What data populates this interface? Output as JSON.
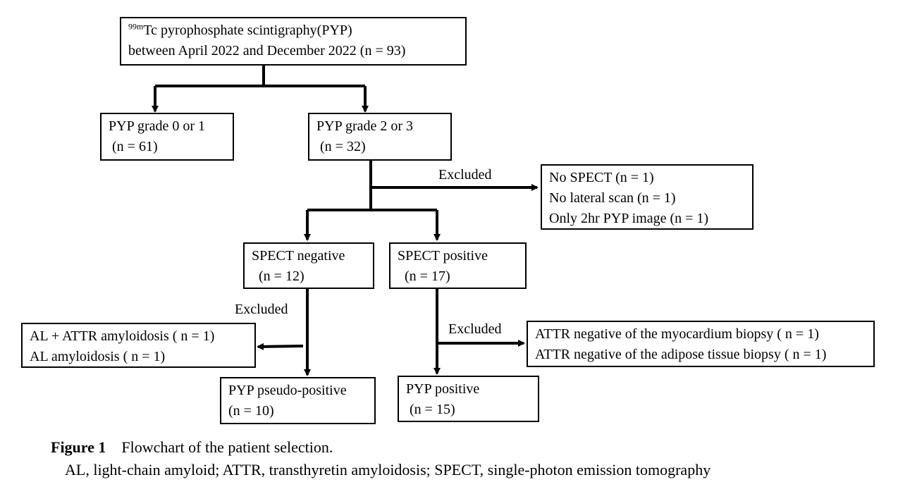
{
  "boxes": {
    "top": {
      "sup": "99m",
      "line1": "Tc pyrophosphate scintigraphy(PYP)",
      "line2": "between April 2022 and December 2022  (n = 93)"
    },
    "grade01": {
      "line1": "PYP grade 0 or 1",
      "line2": " (n = 61)"
    },
    "grade23": {
      "line1": "PYP grade 2 or 3",
      "line2": " (n = 32)"
    },
    "excluded_top": {
      "line1": "No SPECT (n = 1)",
      "line2": "No lateral scan (n = 1)",
      "line3": "Only 2hr PYP image (n = 1)"
    },
    "spect_neg": {
      "line1": "SPECT negative",
      "line2": "  (n = 12)"
    },
    "spect_pos": {
      "line1": "SPECT positive",
      "line2": "  (n = 17)"
    },
    "excluded_left": {
      "line1": "AL + ATTR amyloidosis ( n = 1)",
      "line2": "AL amyloidosis ( n = 1)"
    },
    "excluded_right": {
      "line1": "ATTR negative of the myocardium biopsy ( n = 1)",
      "line2": "ATTR negative of the adipose tissue biopsy ( n = 1)"
    },
    "pseudo_pos": {
      "line1": "PYP pseudo-positive",
      "line2": "(n = 10)"
    },
    "pyp_pos": {
      "line1": "PYP positive",
      "line2": " (n = 15)"
    }
  },
  "labels": {
    "excluded_1": "Excluded",
    "excluded_2": "Excluded",
    "excluded_3": "Excluded"
  },
  "caption": {
    "figure_no": "Figure 1",
    "title": "Flowchart of the patient selection.",
    "abbrev": "AL, light-chain amyloid; ATTR, transthyretin amyloidosis; SPECT, single-photon emission tomography"
  }
}
